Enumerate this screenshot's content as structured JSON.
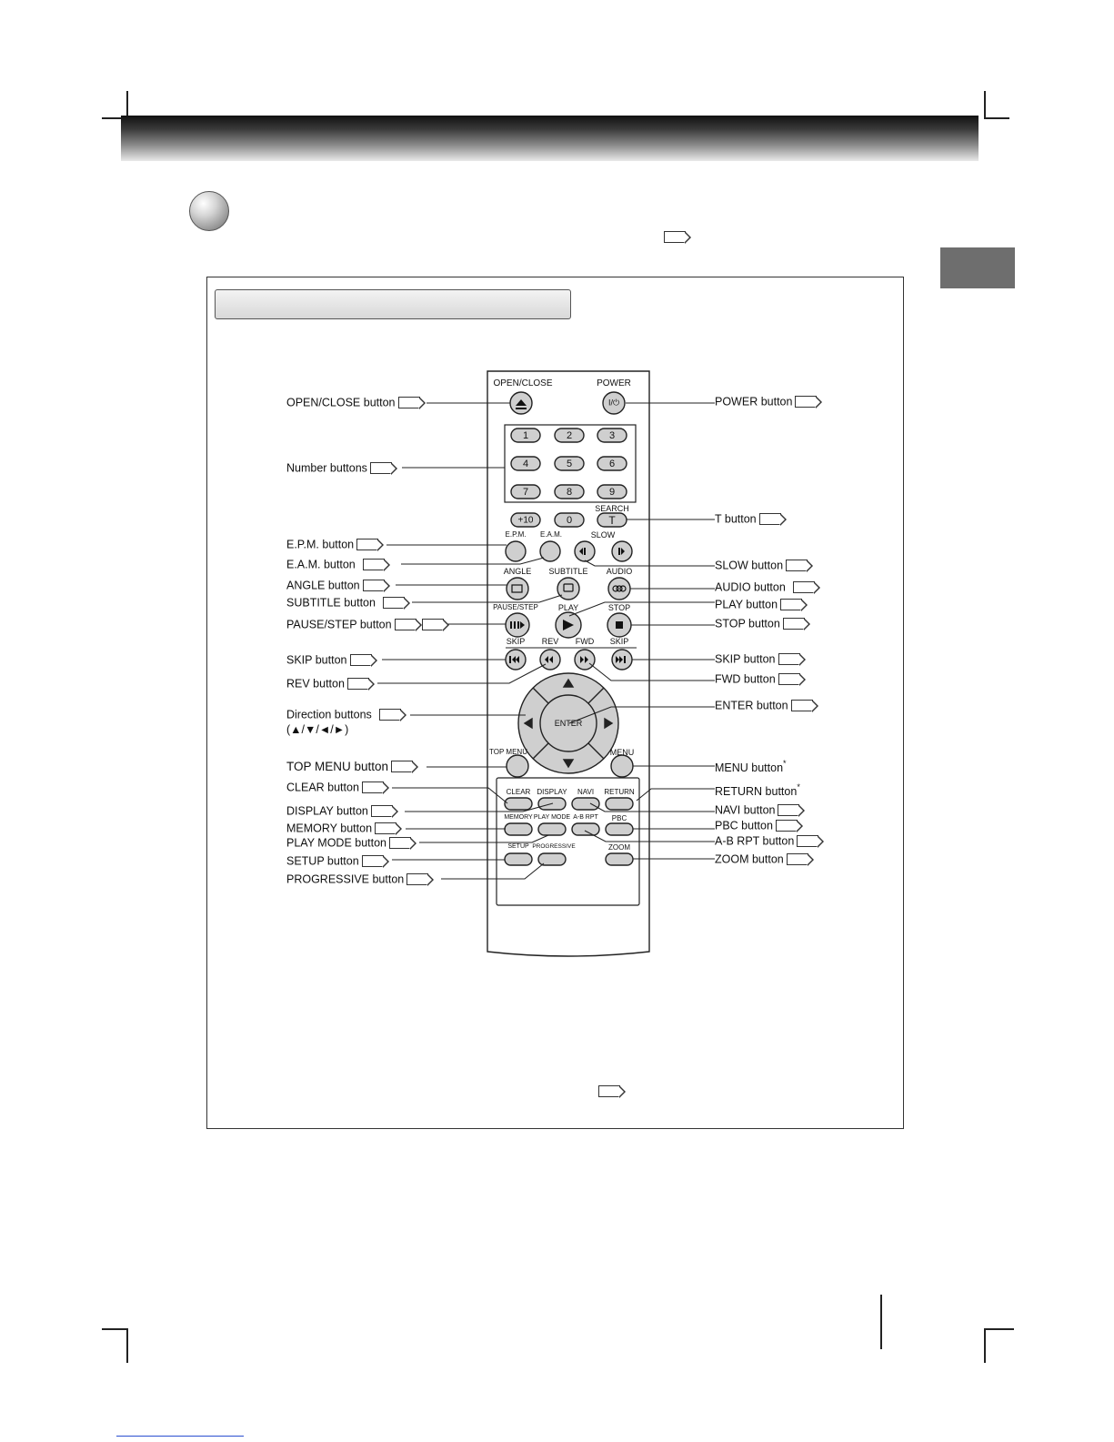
{
  "intro_ref": "",
  "callouts": {
    "open_close": "OPEN/CLOSE button",
    "number": "Number buttons",
    "epm": "E.P.M. button",
    "eam": "E.A.M. button",
    "angle": "ANGLE button",
    "subtitle": "SUBTITLE button",
    "pause_step": "PAUSE/STEP button",
    "skip_left": "SKIP button",
    "rev": "REV button",
    "direction_1": "Direction buttons",
    "direction_2": "(▲/▼/◄/►)",
    "top_menu": "TOP MENU button",
    "clear": "CLEAR button",
    "display": "DISPLAY button",
    "memory": "MEMORY button",
    "play_mode": "PLAY MODE button",
    "setup": "SETUP button",
    "progressive": "PROGRESSIVE button",
    "power": "POWER button",
    "t": "T button",
    "slow": "SLOW button",
    "audio": "AUDIO button",
    "play": "PLAY button",
    "stop": "STOP button",
    "skip_right": "SKIP button",
    "fwd": "FWD button",
    "enter": "ENTER button",
    "menu": "MENU button",
    "menu_mark": "*",
    "return": "RETURN button",
    "return_mark": "*",
    "navi": "NAVI button",
    "pbc": "PBC button",
    "ab_rpt": "A-B RPT button",
    "zoom": "ZOOM button"
  },
  "remote": {
    "open_close": "OPEN/CLOSE",
    "power": "POWER",
    "power_symbol": "I/⏻",
    "eject_symbol": "⏏",
    "digits": [
      "1",
      "2",
      "3",
      "4",
      "5",
      "6",
      "7",
      "8",
      "9",
      "+10",
      "0",
      "T"
    ],
    "search": "SEARCH",
    "epm": "E.P.M.",
    "eam": "E.A.M.",
    "slow": "SLOW",
    "angle": "ANGLE",
    "subtitle": "SUBTITLE",
    "audio": "AUDIO",
    "pause_step": "PAUSE/STEP",
    "play": "PLAY",
    "stop": "STOP",
    "skip": "SKIP",
    "rev": "REV",
    "fwd": "FWD",
    "enter": "ENTER",
    "top_menu": "TOP MENU",
    "menu": "MENU",
    "clear": "CLEAR",
    "display": "DISPLAY",
    "navi": "NAVI",
    "return": "RETURN",
    "memory": "MEMORY",
    "play_mode": "PLAY MODE",
    "ab_rpt": "A-B RPT",
    "pbc": "PBC",
    "setup": "SETUP",
    "progressive": "PROGRESSIVE",
    "zoom": "ZOOM"
  }
}
